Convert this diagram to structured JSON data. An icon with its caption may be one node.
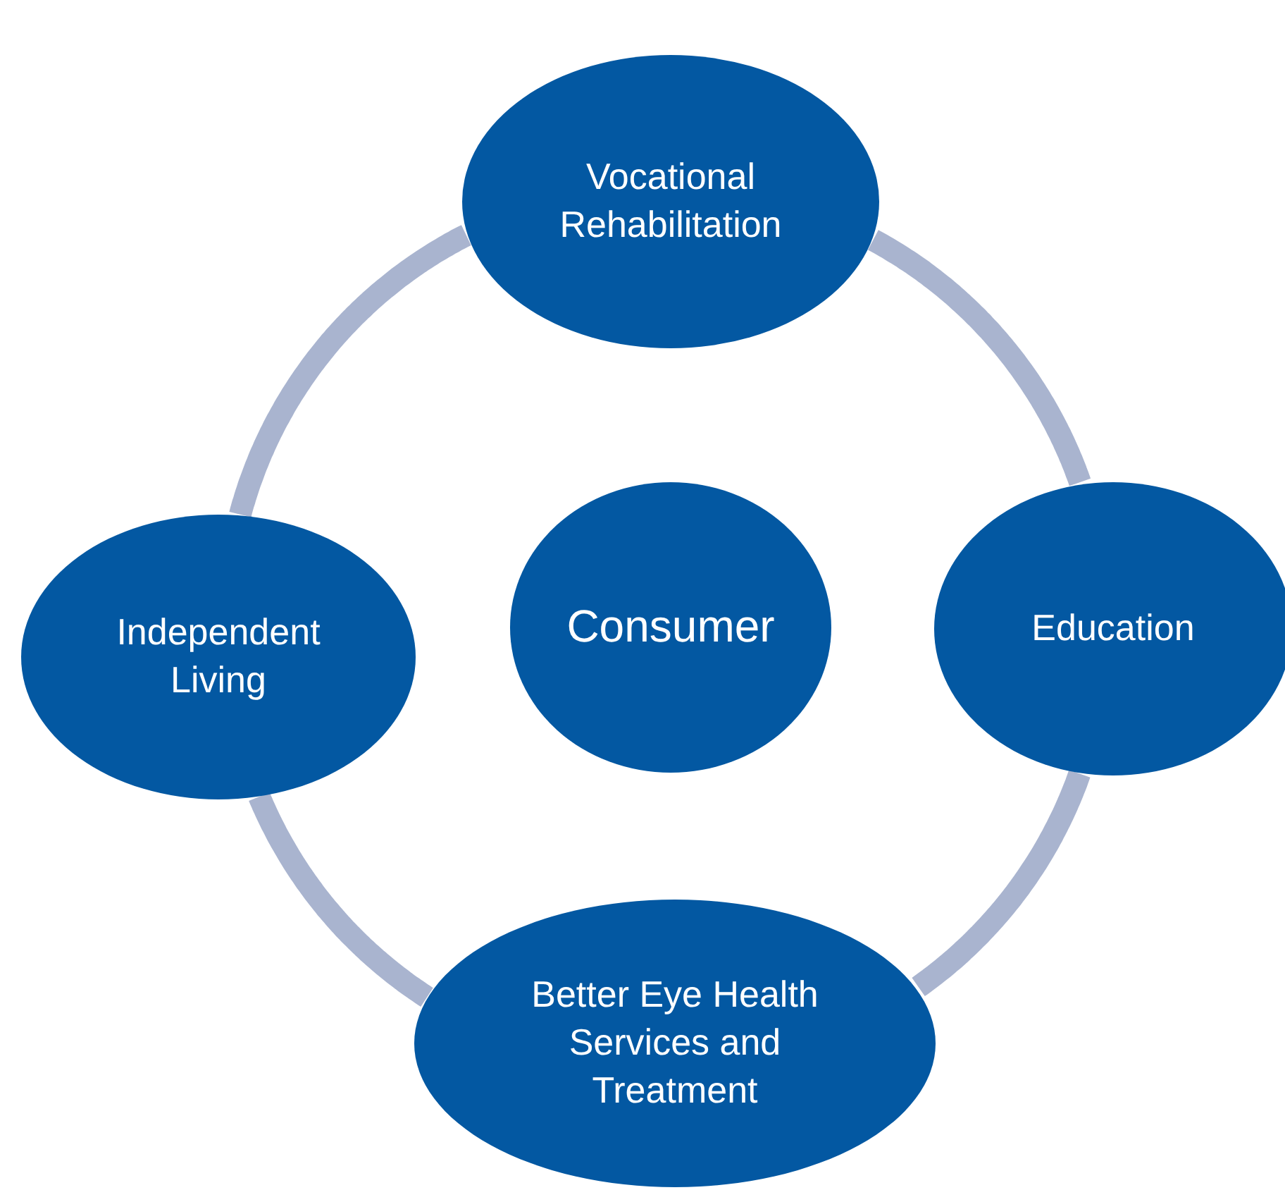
{
  "diagram": {
    "nodes": [
      {
        "text": [
          "Vocational Rehabilitation"
        ]
      },
      {
        "text": [
          "Independent Living"
        ]
      },
      {
        "text": [
          "Consumer"
        ]
      },
      {
        "text": [
          "Education"
        ]
      },
      {
        "text": [
          "Better Eye Health Services and Treatment"
        ]
      }
    ],
    "edges": [
      {
        "from": 0,
        "to": 3,
        "arrow": "none"
      },
      {
        "from": 3,
        "to": 4,
        "arrow": "none"
      },
      {
        "from": 4,
        "to": 1,
        "arrow": "none"
      },
      {
        "from": 1,
        "to": 0,
        "arrow": "none"
      }
    ]
  }
}
